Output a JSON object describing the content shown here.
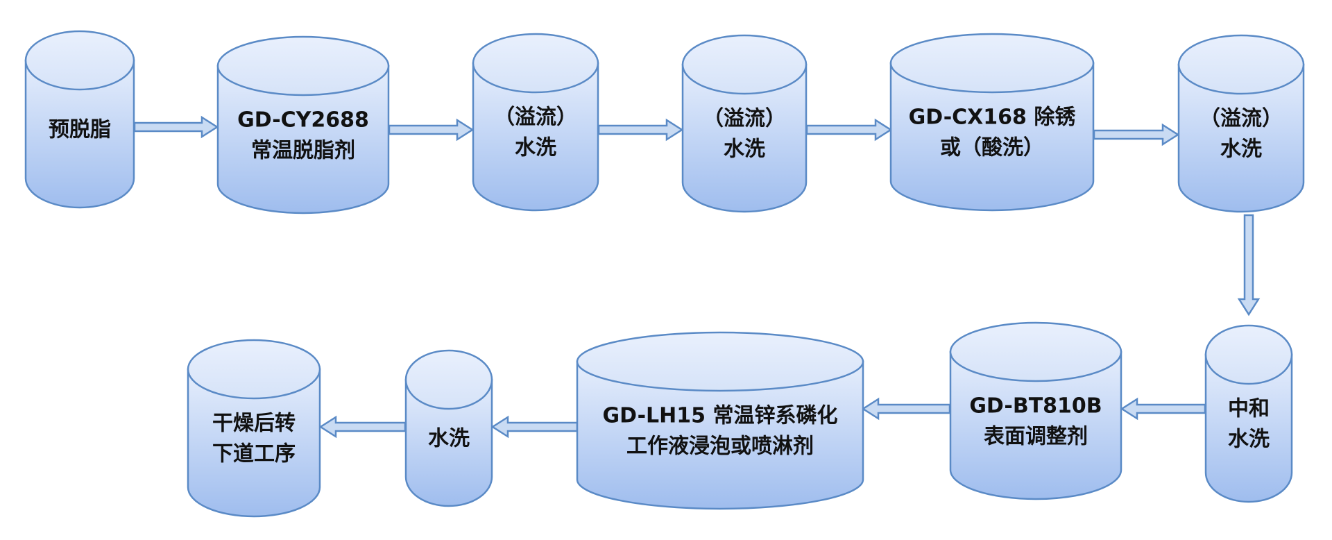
{
  "diagram": {
    "nodes": [
      {
        "id": "n1",
        "lines": [
          "预脱脂"
        ]
      },
      {
        "id": "n2",
        "lines": [
          "GD-CY2688",
          "常温脱脂剂"
        ]
      },
      {
        "id": "n3",
        "lines": [
          "（溢流）",
          "水洗"
        ]
      },
      {
        "id": "n4",
        "lines": [
          "（溢流）",
          "水洗"
        ]
      },
      {
        "id": "n5",
        "lines": [
          "GD-CX168 除锈",
          "或（酸洗）"
        ]
      },
      {
        "id": "n6",
        "lines": [
          "（溢流）",
          "水洗"
        ]
      },
      {
        "id": "n7",
        "lines": [
          "中和",
          "水洗"
        ]
      },
      {
        "id": "n8",
        "lines": [
          "GD-BT810B",
          "表面调整剂"
        ]
      },
      {
        "id": "n9",
        "lines": [
          "GD-LH15 常温锌系磷化",
          "工作液浸泡或喷淋剂"
        ]
      },
      {
        "id": "n10",
        "lines": [
          "水洗"
        ]
      },
      {
        "id": "n11",
        "lines": [
          "干燥后转",
          "下道工序"
        ]
      }
    ],
    "edges": [
      {
        "from": "n1",
        "to": "n2"
      },
      {
        "from": "n2",
        "to": "n3"
      },
      {
        "from": "n3",
        "to": "n4"
      },
      {
        "from": "n4",
        "to": "n5"
      },
      {
        "from": "n5",
        "to": "n6"
      },
      {
        "from": "n6",
        "to": "n7"
      },
      {
        "from": "n7",
        "to": "n8"
      },
      {
        "from": "n8",
        "to": "n9"
      },
      {
        "from": "n9",
        "to": "n10"
      },
      {
        "from": "n10",
        "to": "n11"
      }
    ],
    "colors": {
      "fill_top": "#e6eefc",
      "fill_bottom": "#9fbdee",
      "stroke": "#5a8ac6",
      "arrow_fill": "#c9dbf3",
      "text": "#111111"
    }
  }
}
